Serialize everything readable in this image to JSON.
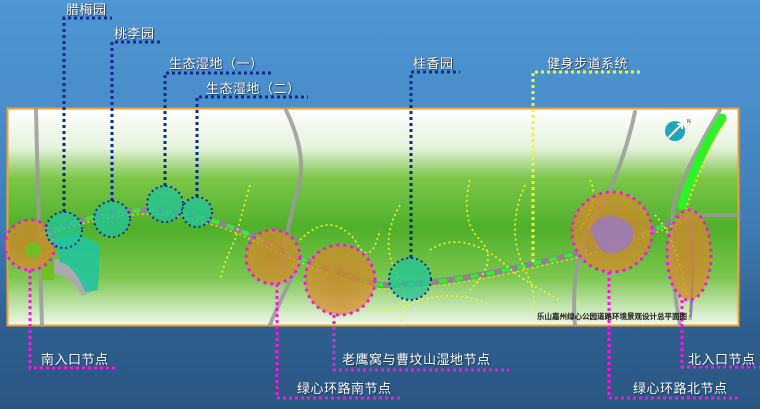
{
  "map": {
    "caption": "乐山嘉州绿心公园道路环境景观设计总平面图",
    "compass": "north-arrow-icon",
    "colors": {
      "background_top": "#4d95d3",
      "background_bottom": "#2a5683",
      "frame_border": "#f0a030",
      "vegetation": "#5cb82c",
      "garden_callout": "#102a8c",
      "trail_callout": "#f2f21a",
      "node_callout": "#f21ad8",
      "node_fill": "#d98a2a",
      "garden_fill": "#22c49a"
    }
  },
  "garden_labels": [
    {
      "id": "lamei",
      "text": "腊梅园"
    },
    {
      "id": "taoli",
      "text": "桃李园"
    },
    {
      "id": "wetland1",
      "text": "生态湿地（一）"
    },
    {
      "id": "wetland2",
      "text": "生态湿地（二）"
    },
    {
      "id": "guixiang",
      "text": "桂香园"
    }
  ],
  "trail_label": {
    "text": "健身步道系统"
  },
  "node_labels": [
    {
      "id": "south-entrance",
      "text": "南入口节点"
    },
    {
      "id": "ring-south",
      "text": "绿心环路南节点"
    },
    {
      "id": "laoyingwo",
      "text": "老鹰窝与曹坟山湿地节点"
    },
    {
      "id": "north-entrance",
      "text": "北入口节点"
    },
    {
      "id": "ring-north",
      "text": "绿心环路北节点"
    }
  ]
}
